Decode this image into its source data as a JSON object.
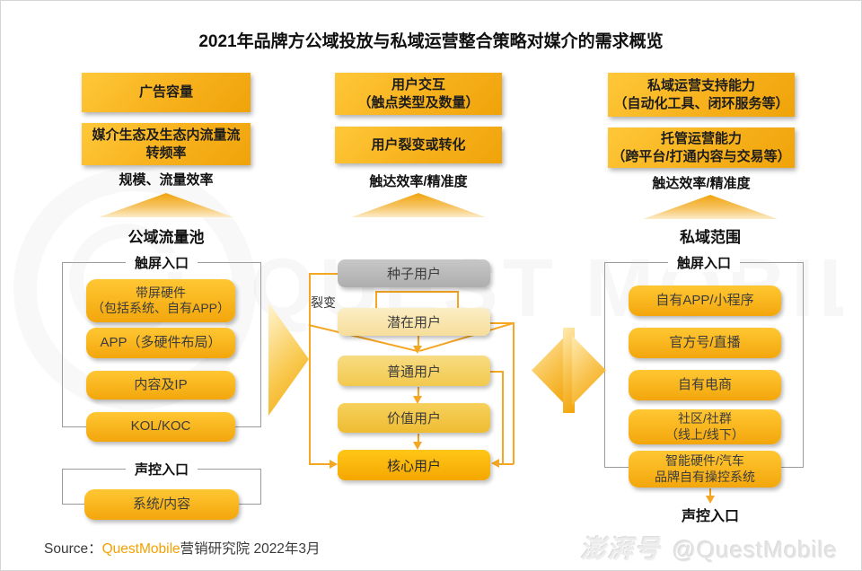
{
  "title": "2021年品牌方公域投放与私域运营整合策略对媒介的需求概览",
  "columns": {
    "left": {
      "top_boxes": [
        "广告容量",
        "媒介生态及生态内流量流\n转频率"
      ],
      "caption": "规模、流量效率",
      "pool_title": "公域流量池",
      "frame1_label": "触屏入口",
      "frame1_boxes": [
        "带屏硬件\n（包括系统、自有APP）",
        "APP（多硬件布局）",
        "内容及IP",
        "KOL/KOC"
      ],
      "frame2_label": "声控入口",
      "frame2_boxes": [
        "系统/内容"
      ]
    },
    "middle": {
      "top_boxes": [
        "用户交互\n（触点类型及数量）",
        "用户裂变或转化"
      ],
      "caption": "触达效率/精准度",
      "fission_label": "裂变",
      "user_boxes": [
        "种子用户",
        "潜在用户",
        "普通用户",
        "价值用户",
        "核心用户"
      ]
    },
    "right": {
      "top_boxes": [
        "私域运营支持能力\n（自动化工具、闭环服务等）",
        "托管运营能力\n（跨平台/打通内容与交易等）"
      ],
      "caption": "触达效率/精准度",
      "pool_title": "私域范围",
      "frame1_label": "触屏入口",
      "frame1_boxes": [
        "自有APP/小程序",
        "官方号/直播",
        "自有电商",
        "社区/社群\n（线上/线下）",
        "智能硬件/汽车\n品牌自有操控系统"
      ],
      "voice_label": "声控入口"
    }
  },
  "footer": {
    "source_prefix": "Source：",
    "source_brand": "QuestMobile",
    "source_suffix": "营销研究院 2022年3月"
  },
  "watermarks": {
    "brand_text": "QUEST MOBILE",
    "platform": "澎湃号",
    "handle": "@QuestMobile"
  },
  "colors": {
    "accent": "#F5A623",
    "box_gradient_top": "#FFC733",
    "box_gradient_bottom": "#F0A309",
    "seed_gray": "#BDBDBD"
  }
}
